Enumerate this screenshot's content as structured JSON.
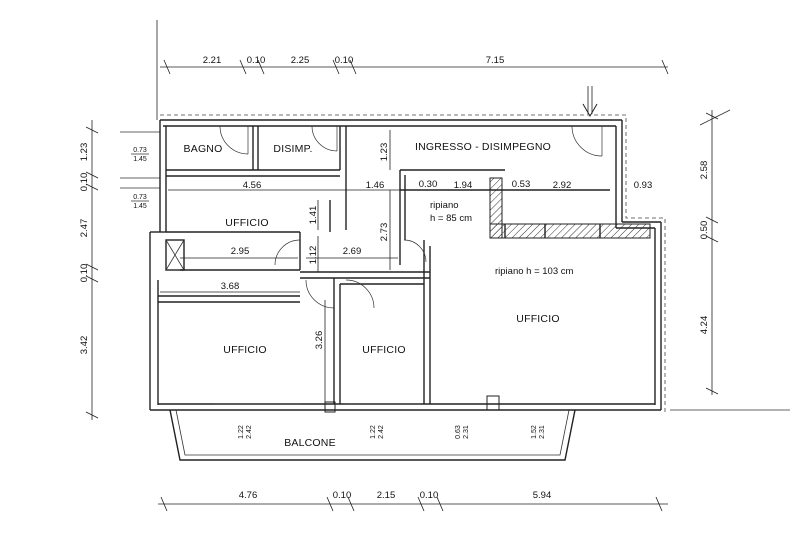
{
  "rooms": {
    "bagno": "BAGNO",
    "disimp": "DISIMP.",
    "ingresso": "INGRESSO - DISIMPEGNO",
    "ufficio_top": "UFFICIO",
    "ufficio_left": "UFFICIO",
    "ufficio_mid": "UFFICIO",
    "ufficio_big": "UFFICIO",
    "balcone": "BALCONE"
  },
  "notes": {
    "ripiano1_a": "ripiano",
    "ripiano1_b": "h = 85 cm",
    "ripiano2": "ripiano h = 103 cm"
  },
  "dims_top": [
    "2.21",
    "0.10",
    "2.25",
    "0.10",
    "7.15"
  ],
  "dims_bottom": [
    "4.76",
    "0.10",
    "2.15",
    "0.10",
    "5.94"
  ],
  "dims_left": [
    "1.23",
    "0.10",
    "2.47",
    "0.10",
    "3.42"
  ],
  "dims_right": [
    "2.58",
    "0.50",
    "4.24"
  ],
  "dims_inner": {
    "d456": "4.56",
    "d146": "1.46",
    "d030": "0.30",
    "d194": "1.94",
    "d053": "0.53",
    "d292": "2.92",
    "d093": "0.93",
    "d123": "1.23",
    "d141": "1.41",
    "d273": "2.73",
    "d295": "2.95",
    "d112": "1.12",
    "d269": "2.69",
    "d368": "3.68",
    "d326": "3.26"
  },
  "windows_left": {
    "w1a": "0.73",
    "w1b": "1.45",
    "w2a": "0.73",
    "w2b": "1.45"
  },
  "windows_bottom": {
    "b1a": "1.22",
    "b1b": "2.42",
    "b2a": "1.22",
    "b2b": "2.42",
    "b3a": "0.63",
    "b3b": "2.31",
    "b4a": "1.52",
    "b4b": "2.31"
  }
}
